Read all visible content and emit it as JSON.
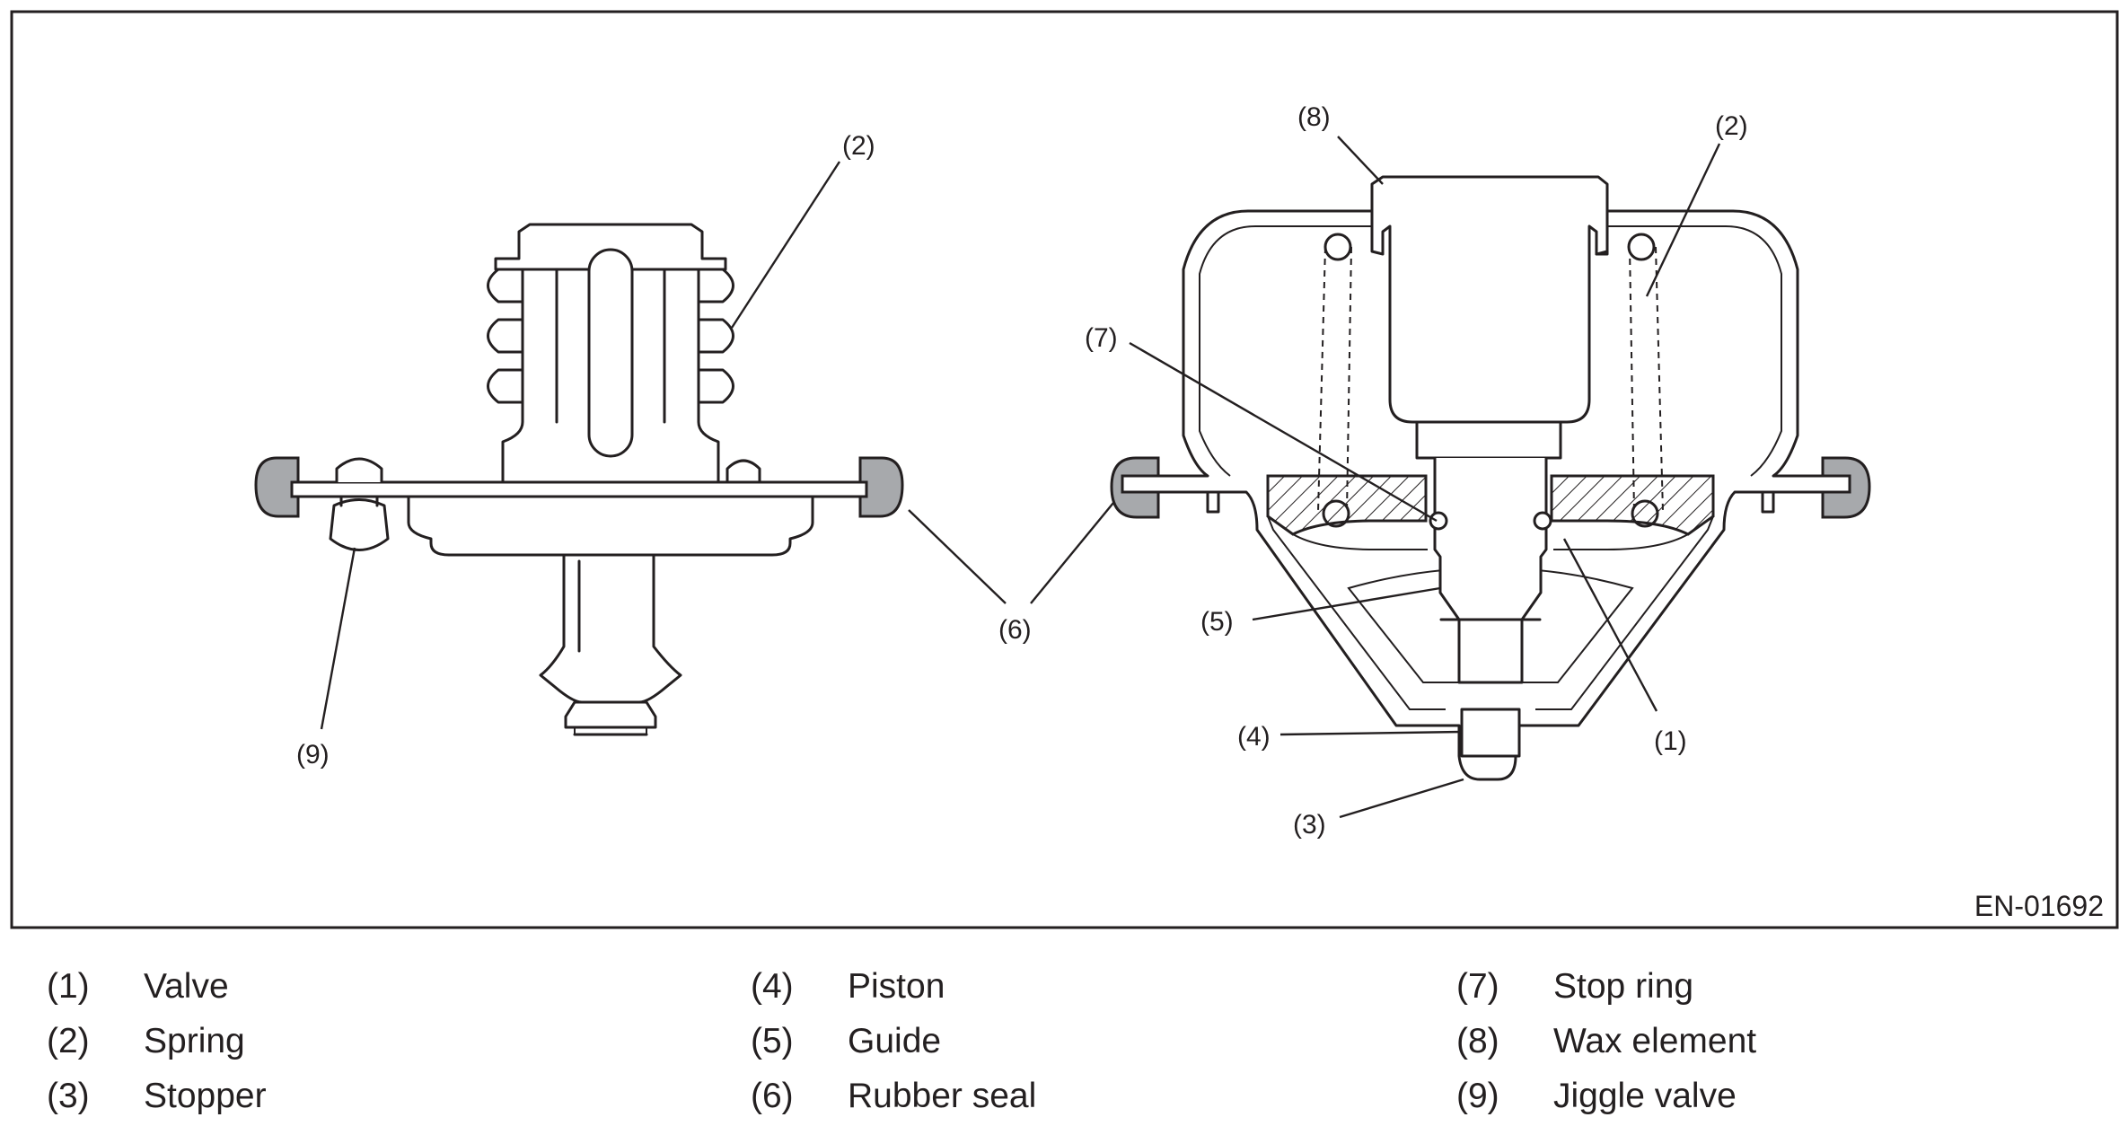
{
  "figure_code": "EN-01692",
  "callouts": {
    "c1": "(1)",
    "c2_left": "(2)",
    "c2_right": "(2)",
    "c3": "(3)",
    "c4": "(4)",
    "c5": "(5)",
    "c6": "(6)",
    "c7": "(7)",
    "c8": "(8)",
    "c9": "(9)"
  },
  "legend": [
    {
      "num": "(1)",
      "label": "Valve"
    },
    {
      "num": "(2)",
      "label": "Spring"
    },
    {
      "num": "(3)",
      "label": "Stopper"
    },
    {
      "num": "(4)",
      "label": "Piston"
    },
    {
      "num": "(5)",
      "label": "Guide"
    },
    {
      "num": "(6)",
      "label": "Rubber seal"
    },
    {
      "num": "(7)",
      "label": "Stop ring"
    },
    {
      "num": "(8)",
      "label": "Wax element"
    },
    {
      "num": "(9)",
      "label": "Jiggle valve"
    }
  ],
  "colors": {
    "line": "#231f20",
    "seal": "#a7a9ac"
  }
}
